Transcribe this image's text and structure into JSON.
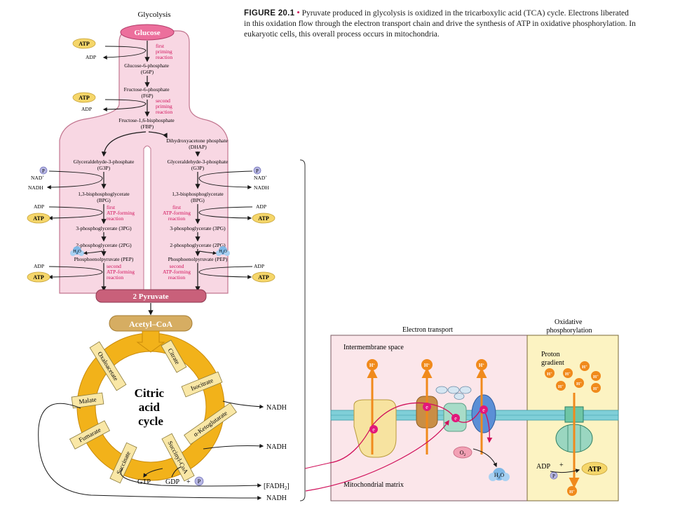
{
  "caption": {
    "label": "FIGURE 20.1",
    "text": "Pyruvate produced in glycolysis is oxidized in the tricarboxylic acid (TCA) cycle. Electrons liberated in this oxidation flow through the electron transport chain and drive the synthesis of ATP in oxidative phosphorylation. In eukaryotic cells, this overall process occurs in mitochondria."
  },
  "glycolysis": {
    "title": "Glycolysis",
    "glucose": "Glucose",
    "g6p": [
      "Glucose-6-phosphate",
      "(G6P)"
    ],
    "f6p": [
      "Fructose-6-phosphate",
      "(F6P)"
    ],
    "fbp": [
      "Fructose-1,6-bisphosphate",
      "(FBP)"
    ],
    "dhap": [
      "Dihydroxyacetone phosphate",
      "(DHAP)"
    ],
    "first_priming": [
      "first",
      "priming",
      "reaction"
    ],
    "second_priming": [
      "second",
      "priming",
      "reaction"
    ],
    "g3p": [
      "Glyceraldehyde-3-phosphate",
      "(G3P)"
    ],
    "bpg": [
      "1,3-bisphosphoglycerate",
      "(BPG)"
    ],
    "first_atp": [
      "first",
      "ATP-forming",
      "reaction"
    ],
    "pg3": "3-phosphoglycerate (3PG)",
    "pg2": "2-phosphoglycerate (2PG)",
    "pep": "Phosphoenolpyruvate (PEP)",
    "second_atp": [
      "second",
      "ATP-forming",
      "reaction"
    ],
    "pyruvate": "2 Pyruvate",
    "atp": "ATP",
    "adp": "ADP",
    "nad": "NAD",
    "nadh": "NADH",
    "p": "P",
    "h2o": "H",
    "sub2": "2",
    "o": "O",
    "plus": "+"
  },
  "tca": {
    "acetyl_coa": "Acetyl–CoA",
    "center": [
      "Citric",
      "acid",
      "cycle"
    ],
    "citrate": "Citrate",
    "isocitrate": "Isocitrate",
    "akg": "α-Ketoglutarate",
    "succoa": "Succinyl-CoA",
    "succinate": "Succinate",
    "fumarate": "Fumarate",
    "malate": "Malate",
    "oxaloacetate": "Oxaloacetate",
    "nadh": "NADH",
    "gtp": "GTP",
    "gdp": "GDP",
    "plus": "+",
    "p": "P",
    "fadh2": "[FADH",
    "fadh2_sub": "2",
    "fadh2_end": "]"
  },
  "etc": {
    "title": "Electron transport",
    "ox_title": [
      "Oxidative",
      "phosphorylation"
    ],
    "intermembrane": "Intermembrane space",
    "matrix": "Mitochondrial matrix",
    "proton_gradient": [
      "Proton",
      "gradient"
    ],
    "h": "H",
    "plus": "+",
    "e": "e",
    "minus": "−",
    "o2": "O",
    "o2_sub": "2",
    "h2o": "H",
    "h2o_sub": "2",
    "h2o_end": "O",
    "adp": "ADP",
    "atp": "ATP",
    "p": "P"
  },
  "colors": {
    "glycolysis_fill": "#f8d7e3",
    "glucose": "#ec6f9c",
    "pyruvate": "#c9607a",
    "atp_oval": "#f5d66a",
    "magenta_text": "#d0105a",
    "acetyl": "#d6ad62",
    "cycle_ring": "#f2b21a",
    "label_box": "#f9e7a6",
    "etc_fill": "#fbe6ea",
    "ox_fill": "#fcf3c2",
    "membrane": "#7fcfd8",
    "proton": "#f08a1c",
    "water": "#7fb8e6"
  }
}
